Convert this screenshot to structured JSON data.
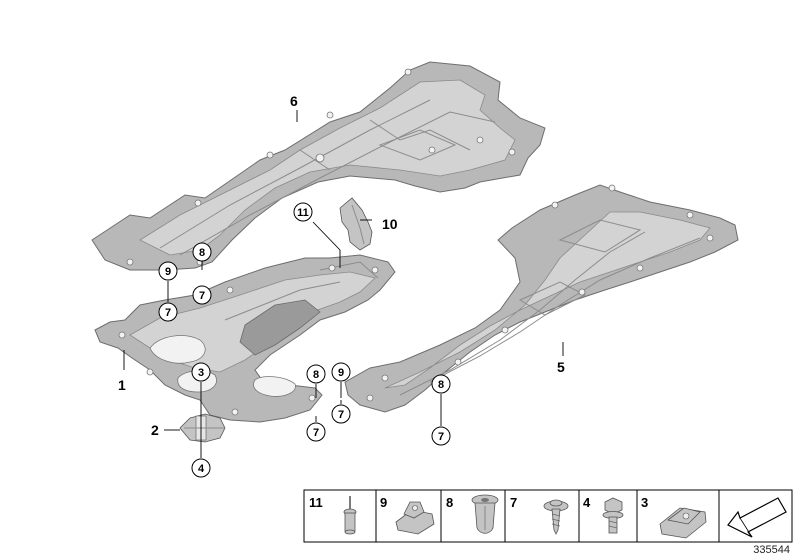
{
  "diagram": {
    "reference_number": "335544",
    "callouts": [
      {
        "id": "p1",
        "label": "1"
      },
      {
        "id": "p2",
        "label": "2"
      },
      {
        "id": "p3",
        "label": "3"
      },
      {
        "id": "p4",
        "label": "4"
      },
      {
        "id": "p5",
        "label": "5"
      },
      {
        "id": "p6",
        "label": "6"
      },
      {
        "id": "p7a",
        "label": "7"
      },
      {
        "id": "p7b",
        "label": "7"
      },
      {
        "id": "p7c",
        "label": "7"
      },
      {
        "id": "p7d",
        "label": "7"
      },
      {
        "id": "p7e",
        "label": "7"
      },
      {
        "id": "p8a",
        "label": "8"
      },
      {
        "id": "p8b",
        "label": "8"
      },
      {
        "id": "p8c",
        "label": "8"
      },
      {
        "id": "p9a",
        "label": "9"
      },
      {
        "id": "p9b",
        "label": "9"
      },
      {
        "id": "p10",
        "label": "10"
      },
      {
        "id": "p11",
        "label": "11"
      }
    ],
    "parts_table": [
      {
        "number": "11",
        "part": "rivet-icon"
      },
      {
        "number": "9",
        "part": "clip-nut-icon"
      },
      {
        "number": "8",
        "part": "expansion-nut-icon"
      },
      {
        "number": "7",
        "part": "collar-screw-icon"
      },
      {
        "number": "4",
        "part": "hex-bolt-icon"
      },
      {
        "number": "3",
        "part": "spring-nut-icon"
      },
      {
        "number": "",
        "part": "direction-arrow-icon"
      }
    ]
  }
}
